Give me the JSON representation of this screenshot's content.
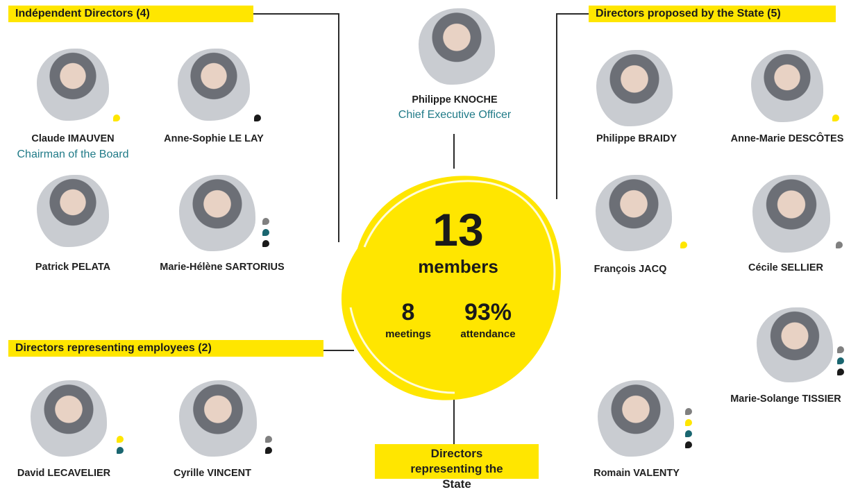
{
  "groups": {
    "independent": "Indépendent Directors (4)",
    "state_proposed": "Directors proposed by the State (5)",
    "employees": "Directors representing employees (2)",
    "state_representing": "Directors representing the State"
  },
  "summary": {
    "members_count": "13",
    "members_label": "members",
    "meetings_count": "8",
    "meetings_label": "meetings",
    "attendance_value": "93%",
    "attendance_label": "attendance"
  },
  "people": {
    "ceo": {
      "name": "Philippe KNOCHE",
      "role": "Chief Executive Officer"
    },
    "imauven": {
      "name": "Claude IMAUVEN",
      "role": "Chairman of the Board"
    },
    "lelay": {
      "name": "Anne-Sophie LE LAY"
    },
    "pelata": {
      "name": "Patrick PELATA"
    },
    "sartorius": {
      "name": "Marie-Hélène SARTORIUS"
    },
    "braidy": {
      "name": "Philippe BRAIDY"
    },
    "descotes": {
      "name": "Anne-Marie DESCÔTES"
    },
    "jacq": {
      "name": "François JACQ"
    },
    "sellier": {
      "name": "Cécile SELLIER"
    },
    "tissier": {
      "name": "Marie-Solange TISSIER"
    },
    "lecavelier": {
      "name": "David LECAVELIER"
    },
    "vincent": {
      "name": "Cyrille VINCENT"
    },
    "valenty": {
      "name": "Romain VALENTY"
    }
  },
  "colors": {
    "yellow": "#ffe600",
    "teal": "#1a6670",
    "grey": "#808080",
    "black": "#1a1a1a",
    "role_text": "#1f7a87"
  }
}
